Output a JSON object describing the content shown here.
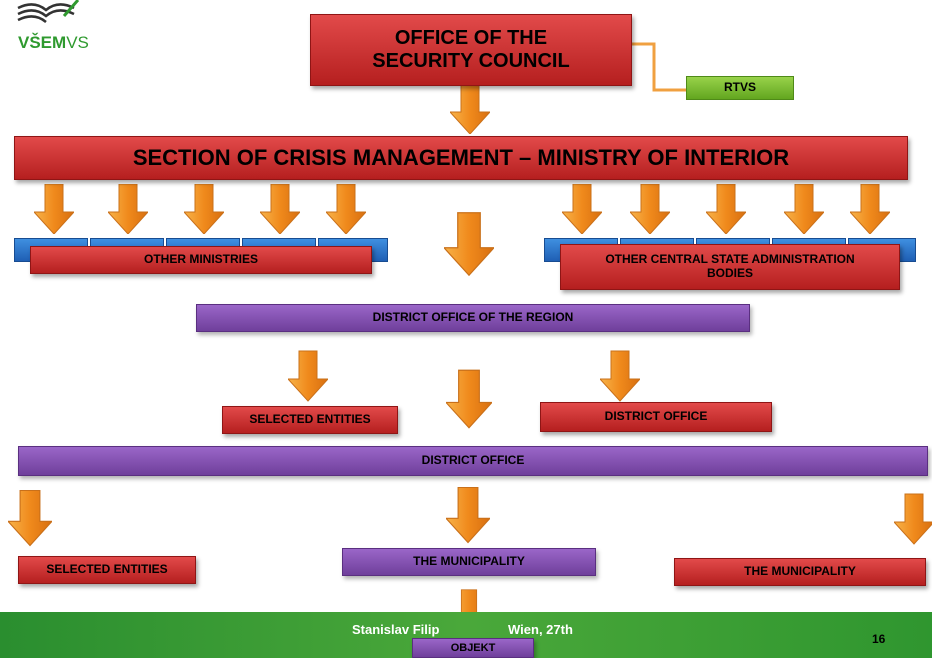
{
  "logo": {
    "text_prefix": "VŠEM",
    "text_suffix": "VS"
  },
  "nodes": {
    "security_council": "OFFICE OF THE\nSECURITY COUNCIL",
    "rtvs": "RTVS",
    "crisis_section": "SECTION OF CRISIS MANAGEMENT – MINISTRY OF INTERIOR",
    "other_ministries": "OTHER MINISTRIES",
    "other_central_bodies": "OTHER CENTRAL STATE ADMINISTRATION BODIES",
    "district_office_region": "DISTRICT OFFICE OF THE REGION",
    "selected_entities_1": "SELECTED ENTITIES",
    "district_office_1": "DISTRICT OFFICE",
    "district_office_2": "DISTRICT OFFICE",
    "selected_entities_2": "SELECTED ENTITIES",
    "municipality_1": "THE MUNICIPALITY",
    "municipality_2": "THE MUNICIPALITY",
    "objekt": "OBJEKT"
  },
  "footer": {
    "author": "Stanislav Filip",
    "place": "Wien, 27th",
    "page_number": "16"
  },
  "colors": {
    "red_box": "#cc3333",
    "purple_box": "#8352b4",
    "green_box": "#7cbc35",
    "arrow": "#f39a2b",
    "connector": "#f0a040",
    "footer": "#3a9a35"
  }
}
